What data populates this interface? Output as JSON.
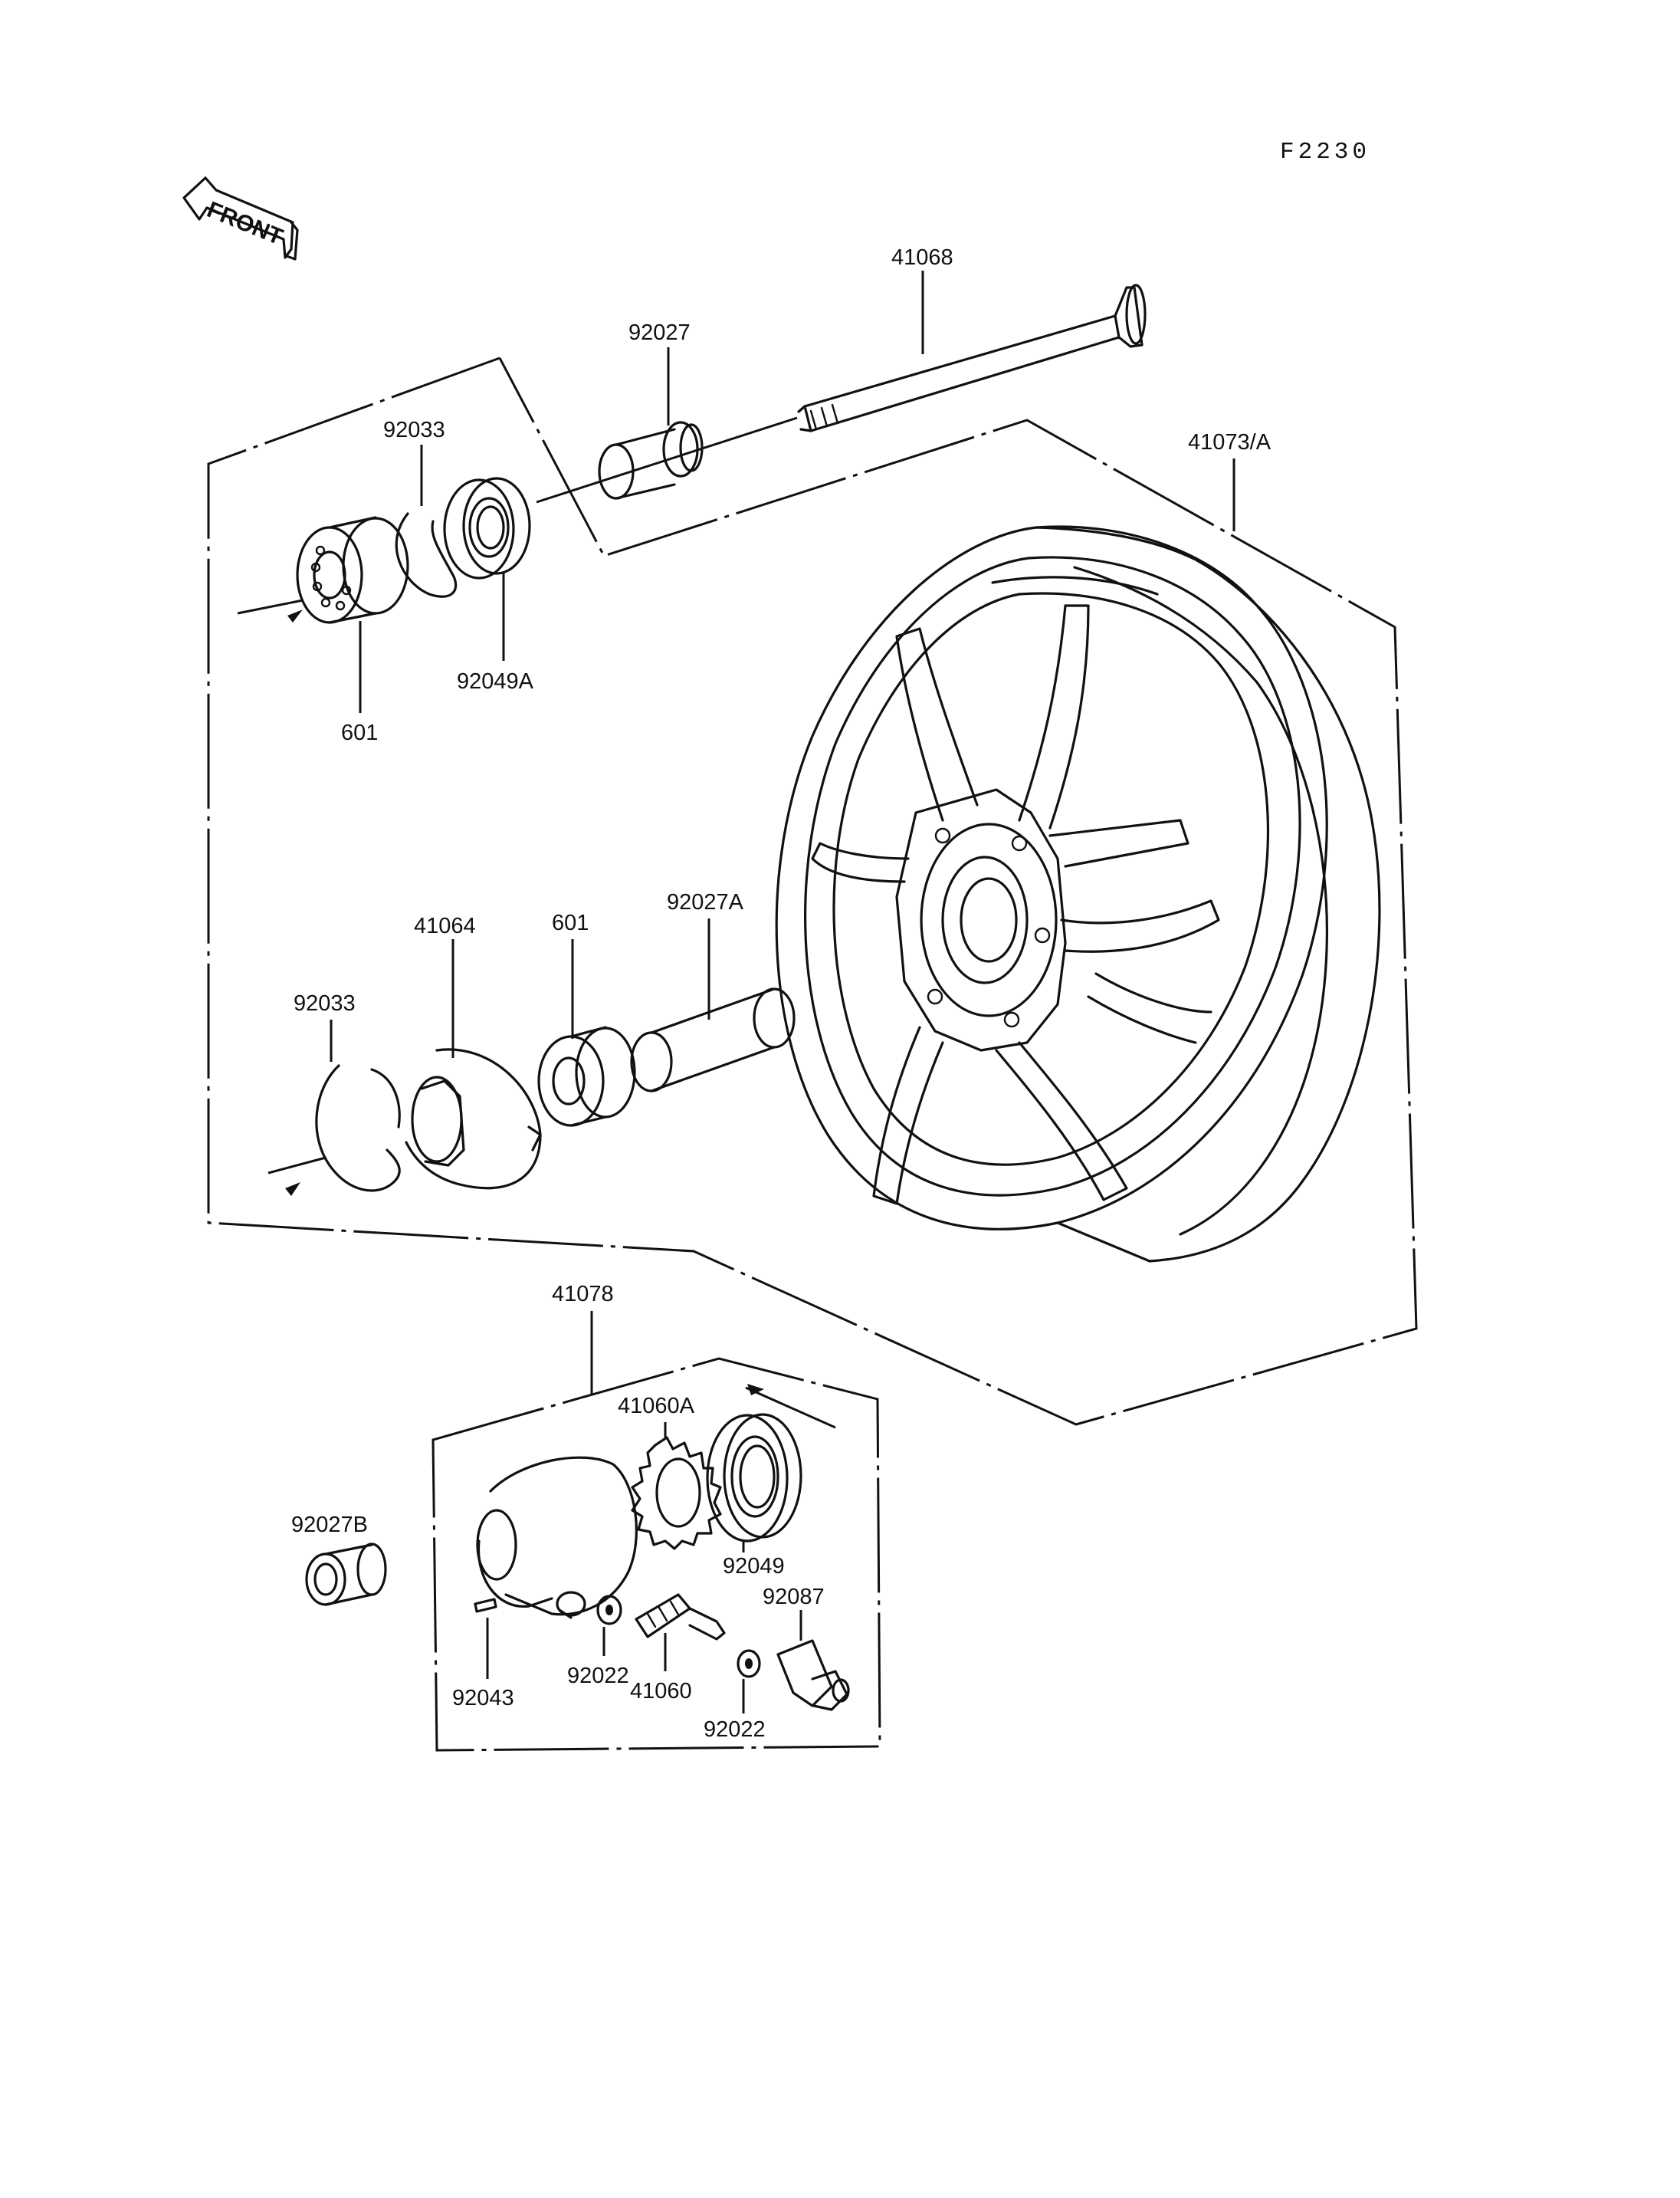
{
  "figure_code": "F2230",
  "front_label": "FRONT",
  "callouts": {
    "axle": "41068",
    "collar_left": "92027",
    "wheel": "41073/A",
    "circlip_top": "92033",
    "bearing_top": "601",
    "oil_seal_top": "92049A",
    "circlip_bottom": "92033",
    "coupling": "41064",
    "bearing_bottom": "601",
    "spacer": "92027A",
    "gear_housing_assy": "41078",
    "drive_gear": "41060A",
    "oil_seal_housing": "92049",
    "collar_b": "92027B",
    "pin": "92043",
    "washer_left": "92022",
    "pinion": "41060",
    "washer_right": "92022",
    "bushing": "92087"
  }
}
